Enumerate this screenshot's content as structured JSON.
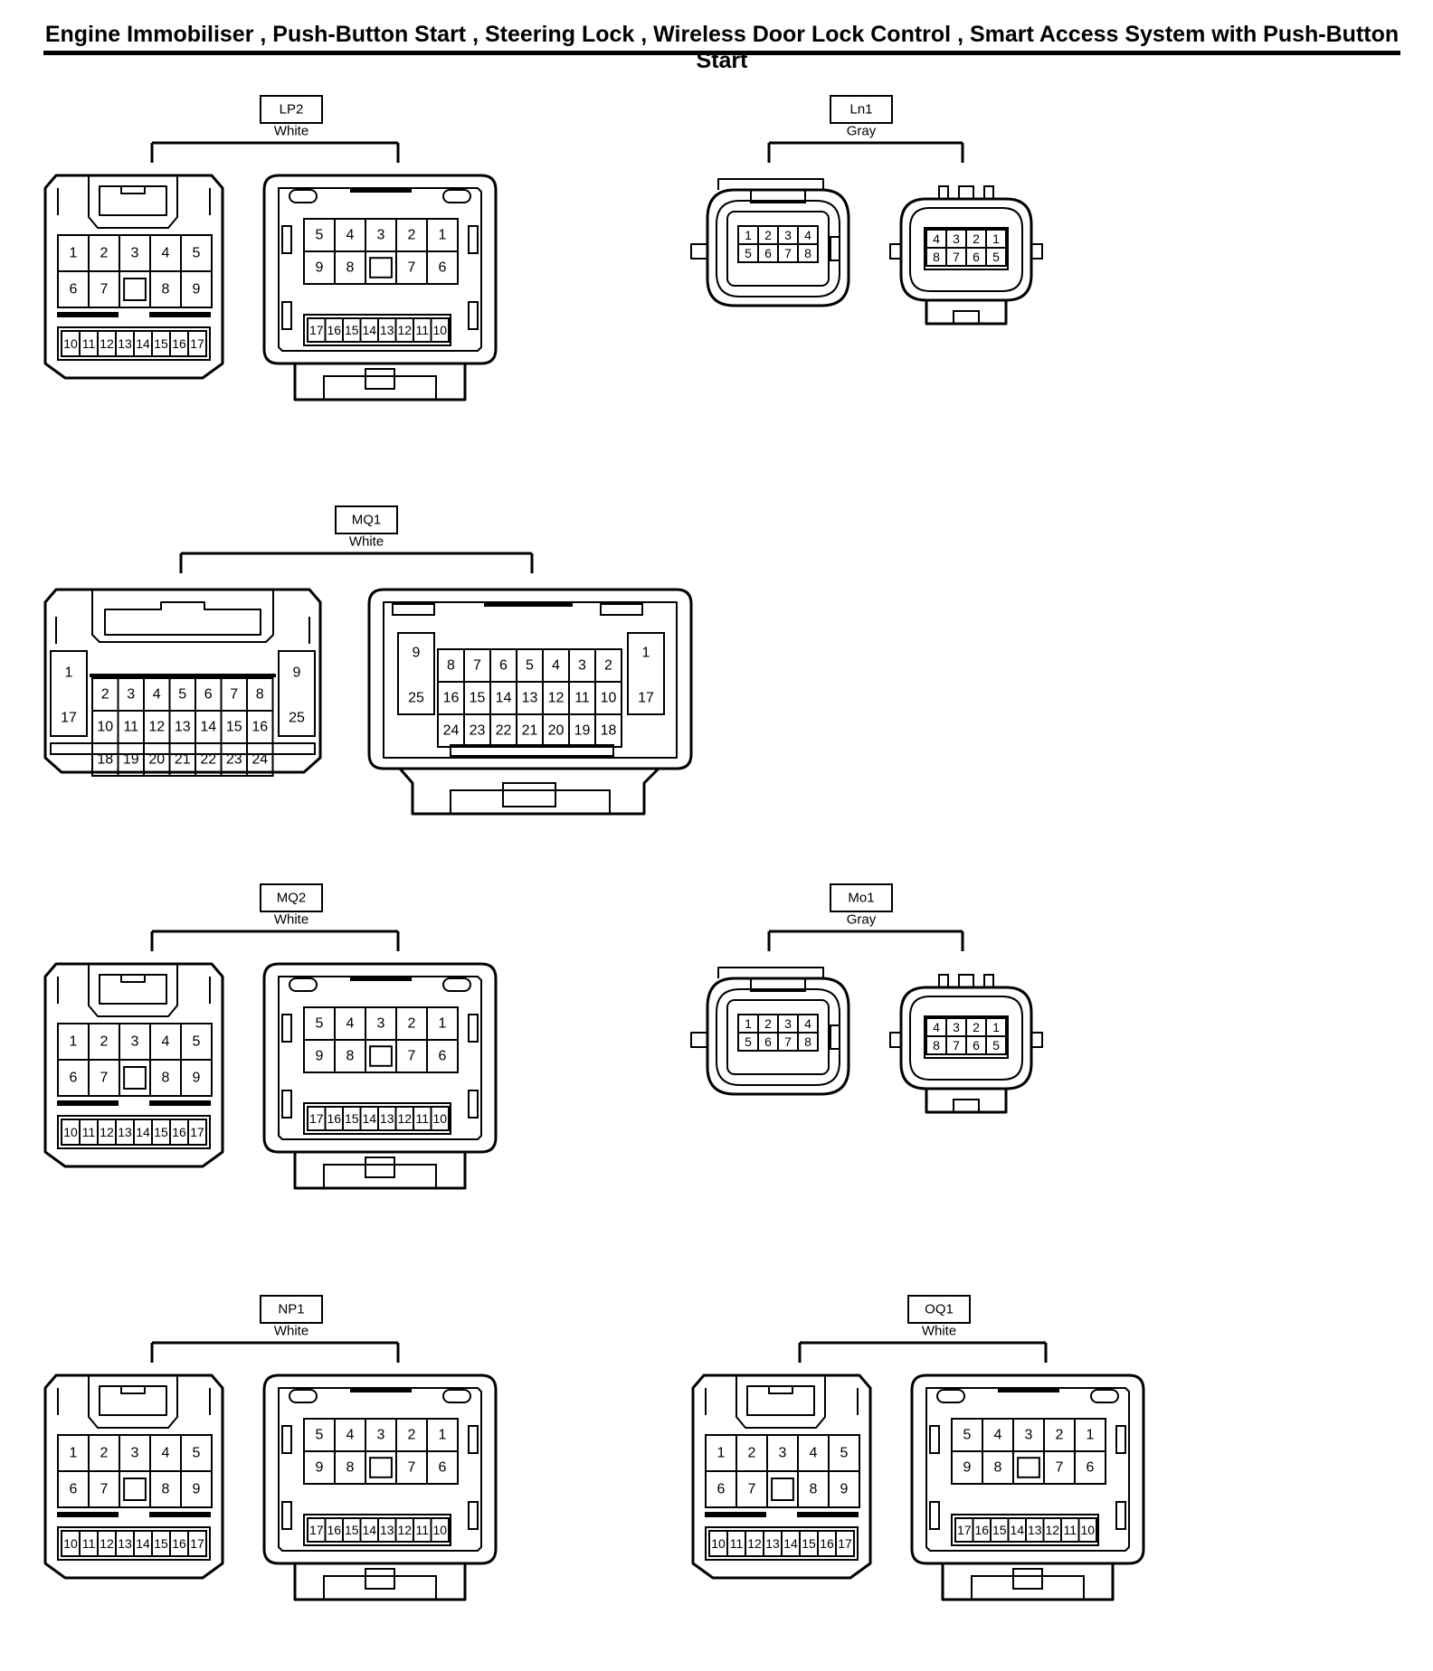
{
  "title": "Engine Immobiliser , Push-Button Start , Steering Lock , Wireless Door Lock Control , Smart Access System with Push-Button Start",
  "connectors": [
    {
      "id": "LP2",
      "color": "White",
      "kind": "A17"
    },
    {
      "id": "Ln1",
      "color": "Gray",
      "kind": "B8"
    },
    {
      "id": "MQ1",
      "color": "White",
      "kind": "C25"
    },
    {
      "id": "MQ2",
      "color": "White",
      "kind": "A17"
    },
    {
      "id": "Mo1",
      "color": "Gray",
      "kind": "B8"
    },
    {
      "id": "NP1",
      "color": "White",
      "kind": "A17"
    },
    {
      "id": "OQ1",
      "color": "White",
      "kind": "A17"
    }
  ],
  "pin_layouts": {
    "A17": {
      "left_rows": [
        [
          "1",
          "2",
          "3",
          "4",
          "5"
        ],
        [
          "6",
          "7",
          "",
          "8",
          "9"
        ],
        [
          "10",
          "11",
          "12",
          "13",
          "14",
          "15",
          "16",
          "17"
        ]
      ],
      "right_rows": [
        [
          "5",
          "4",
          "3",
          "2",
          "1"
        ],
        [
          "9",
          "8",
          "",
          "7",
          "6"
        ],
        [
          "17",
          "16",
          "15",
          "14",
          "13",
          "12",
          "11",
          "10"
        ]
      ]
    },
    "B8": {
      "left_rows": [
        [
          "1",
          "2",
          "3",
          "4"
        ],
        [
          "5",
          "6",
          "7",
          "8"
        ]
      ],
      "right_rows": [
        [
          "4",
          "3",
          "2",
          "1"
        ],
        [
          "8",
          "7",
          "6",
          "5"
        ]
      ]
    },
    "C25": {
      "left_side": [
        "1",
        "17",
        "9",
        "25"
      ],
      "left_rows": [
        [
          "2",
          "3",
          "4",
          "5",
          "6",
          "7",
          "8"
        ],
        [
          "10",
          "11",
          "12",
          "13",
          "14",
          "15",
          "16"
        ],
        [
          "18",
          "19",
          "20",
          "21",
          "22",
          "23",
          "24"
        ]
      ],
      "right_side": [
        "9",
        "25",
        "1",
        "17"
      ],
      "right_rows": [
        [
          "8",
          "7",
          "6",
          "5",
          "4",
          "3",
          "2"
        ],
        [
          "16",
          "15",
          "14",
          "13",
          "12",
          "11",
          "10"
        ],
        [
          "24",
          "23",
          "22",
          "21",
          "20",
          "19",
          "18"
        ]
      ]
    }
  }
}
